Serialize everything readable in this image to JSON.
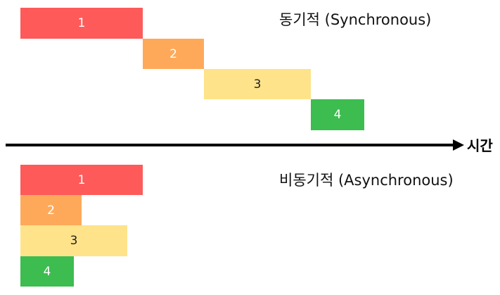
{
  "synchronous": {
    "title": "동기적 (Synchronous)",
    "tasks": [
      "1",
      "2",
      "3",
      "4"
    ]
  },
  "asynchronous": {
    "title": "비동기적 (Asynchronous)",
    "tasks": [
      "1",
      "2",
      "3",
      "4"
    ]
  },
  "axis": {
    "label": "시간"
  },
  "colors": {
    "task_1": "#fe5a5a",
    "task_2": "#fea95a",
    "task_3": "#fee38a",
    "task_4": "#3dbc50",
    "axis": "#000000"
  }
}
